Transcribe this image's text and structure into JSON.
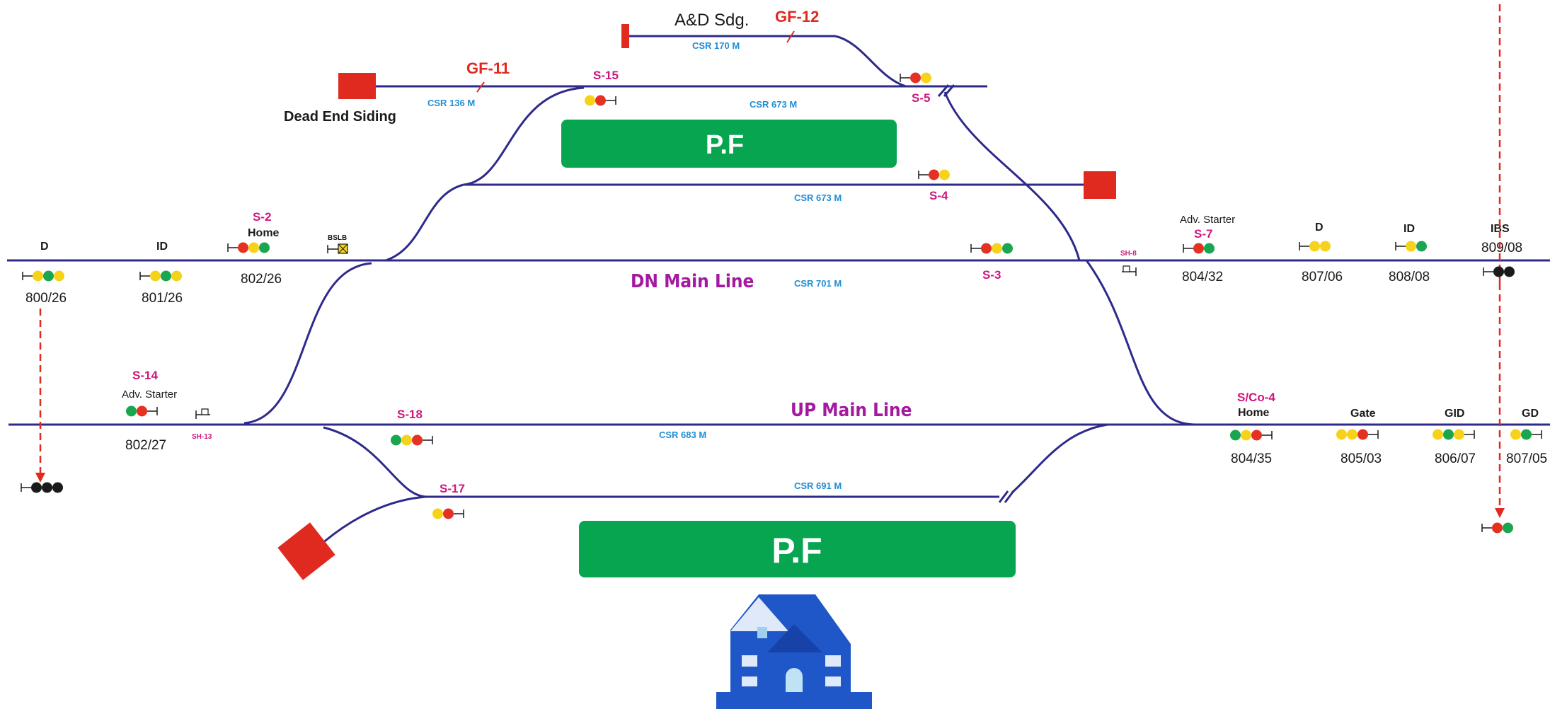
{
  "colors": {
    "track": "#2e2a8c",
    "platform": "#07a550",
    "stop_block": "#e02a20",
    "signal_red": "#e53121",
    "signal_yellow": "#f7d21b",
    "signal_green": "#1aa650",
    "signal_black": "#1a1a1a",
    "label_magenta": "#d0167d",
    "label_csr": "#1f8ed6",
    "label_line": "#a31aa0",
    "station_building": "#1f57c8"
  },
  "siding": {
    "ad_sdg": "A&D Sdg.",
    "dead_end": "Dead End Siding",
    "gf11": "GF-11",
    "gf12": "GF-12"
  },
  "csr": {
    "c170": "CSR 170 M",
    "c136": "CSR 136 M",
    "c673a": "CSR 673 M",
    "c673b": "CSR 673 M",
    "c701": "CSR 701 M",
    "c683": "CSR 683 M",
    "c691": "CSR 691 M"
  },
  "lines": {
    "dn_main": "DN Main Line",
    "up_main": "UP Main Line"
  },
  "platforms": {
    "pf_top": "P.F",
    "pf_bottom": "P.F"
  },
  "signals": {
    "s15": "S-15",
    "s5": "S-5",
    "s4": "S-4",
    "s3": "S-3",
    "s2": "S-2",
    "s2_type": "Home",
    "s7": "S-7",
    "s7_type": "Adv. Starter",
    "s14": "S-14",
    "s14_type": "Adv. Starter",
    "s18": "S-18",
    "s17": "S-17",
    "sco4": "S/Co-4",
    "sco4_type": "Home",
    "sh8": "SH-8",
    "sh13": "SH-13",
    "bslb": "BSLB"
  },
  "dn_signals": [
    {
      "type": "D",
      "km": "800/26"
    },
    {
      "type": "ID",
      "km": "801/26"
    },
    {
      "type": "",
      "km": "802/26"
    },
    {
      "type": "",
      "km": "804/32"
    },
    {
      "type": "D",
      "km": "807/06"
    },
    {
      "type": "ID",
      "km": "808/08"
    },
    {
      "type": "IBS",
      "km": "809/08"
    }
  ],
  "up_signals": [
    {
      "type": "",
      "km": "802/27"
    },
    {
      "type": "",
      "km": "804/35"
    },
    {
      "type": "Gate",
      "km": "805/03"
    },
    {
      "type": "GID",
      "km": "806/07"
    },
    {
      "type": "GD",
      "km": "807/05"
    }
  ]
}
